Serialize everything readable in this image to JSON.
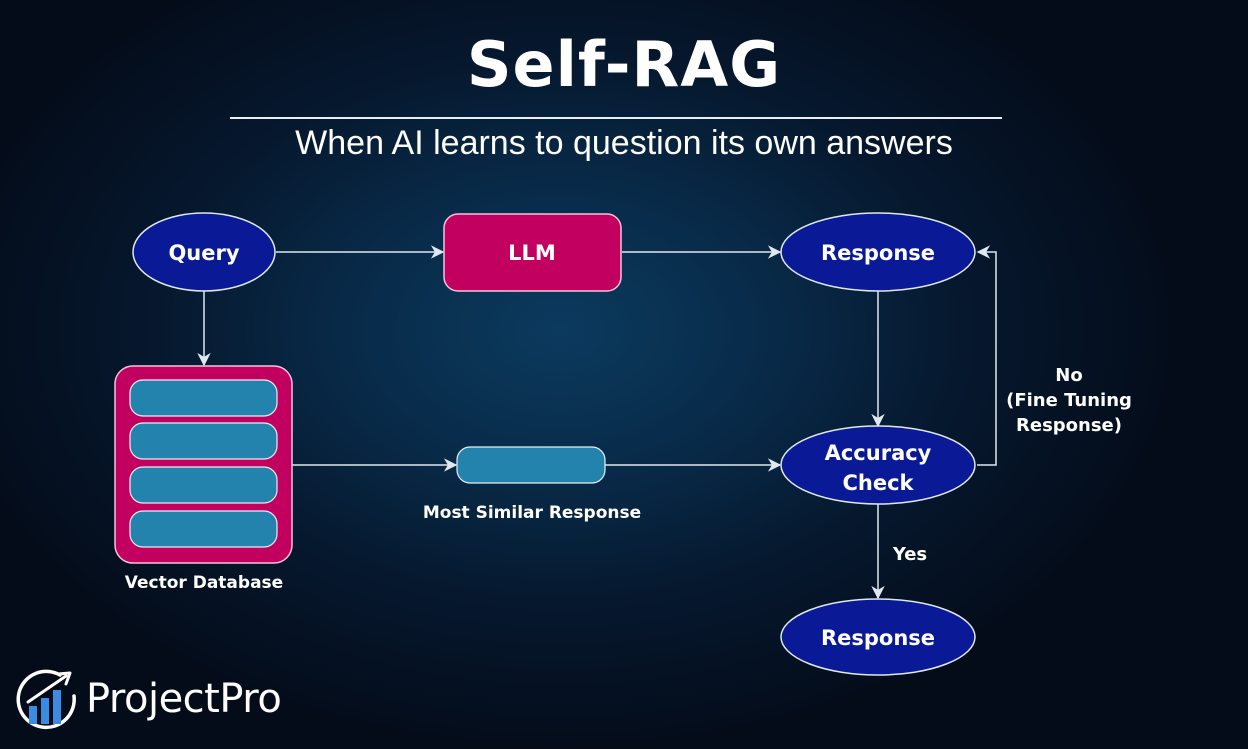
{
  "header": {
    "title": "Self-RAG",
    "subtitle": "When AI learns to question its own answers"
  },
  "nodes": {
    "query": "Query",
    "llm": "LLM",
    "response_top": "Response",
    "accuracy_check_line1": "Accuracy",
    "accuracy_check_line2": "Check",
    "response_bottom": "Response",
    "vector_database": "Vector Database",
    "most_similar_response": "Most Similar Response"
  },
  "edges": {
    "no_label_line1": "No",
    "no_label_line2": "(Fine Tuning",
    "no_label_line3": "Response)",
    "yes_label": "Yes"
  },
  "colors": {
    "ellipse_fill": "#0a1a96",
    "llm_fill": "#c2005f",
    "database_fill": "#c2005f",
    "record_fill": "#2383ad",
    "line": "#dfe8ef"
  },
  "logo": {
    "brand": "ProjectPro"
  }
}
